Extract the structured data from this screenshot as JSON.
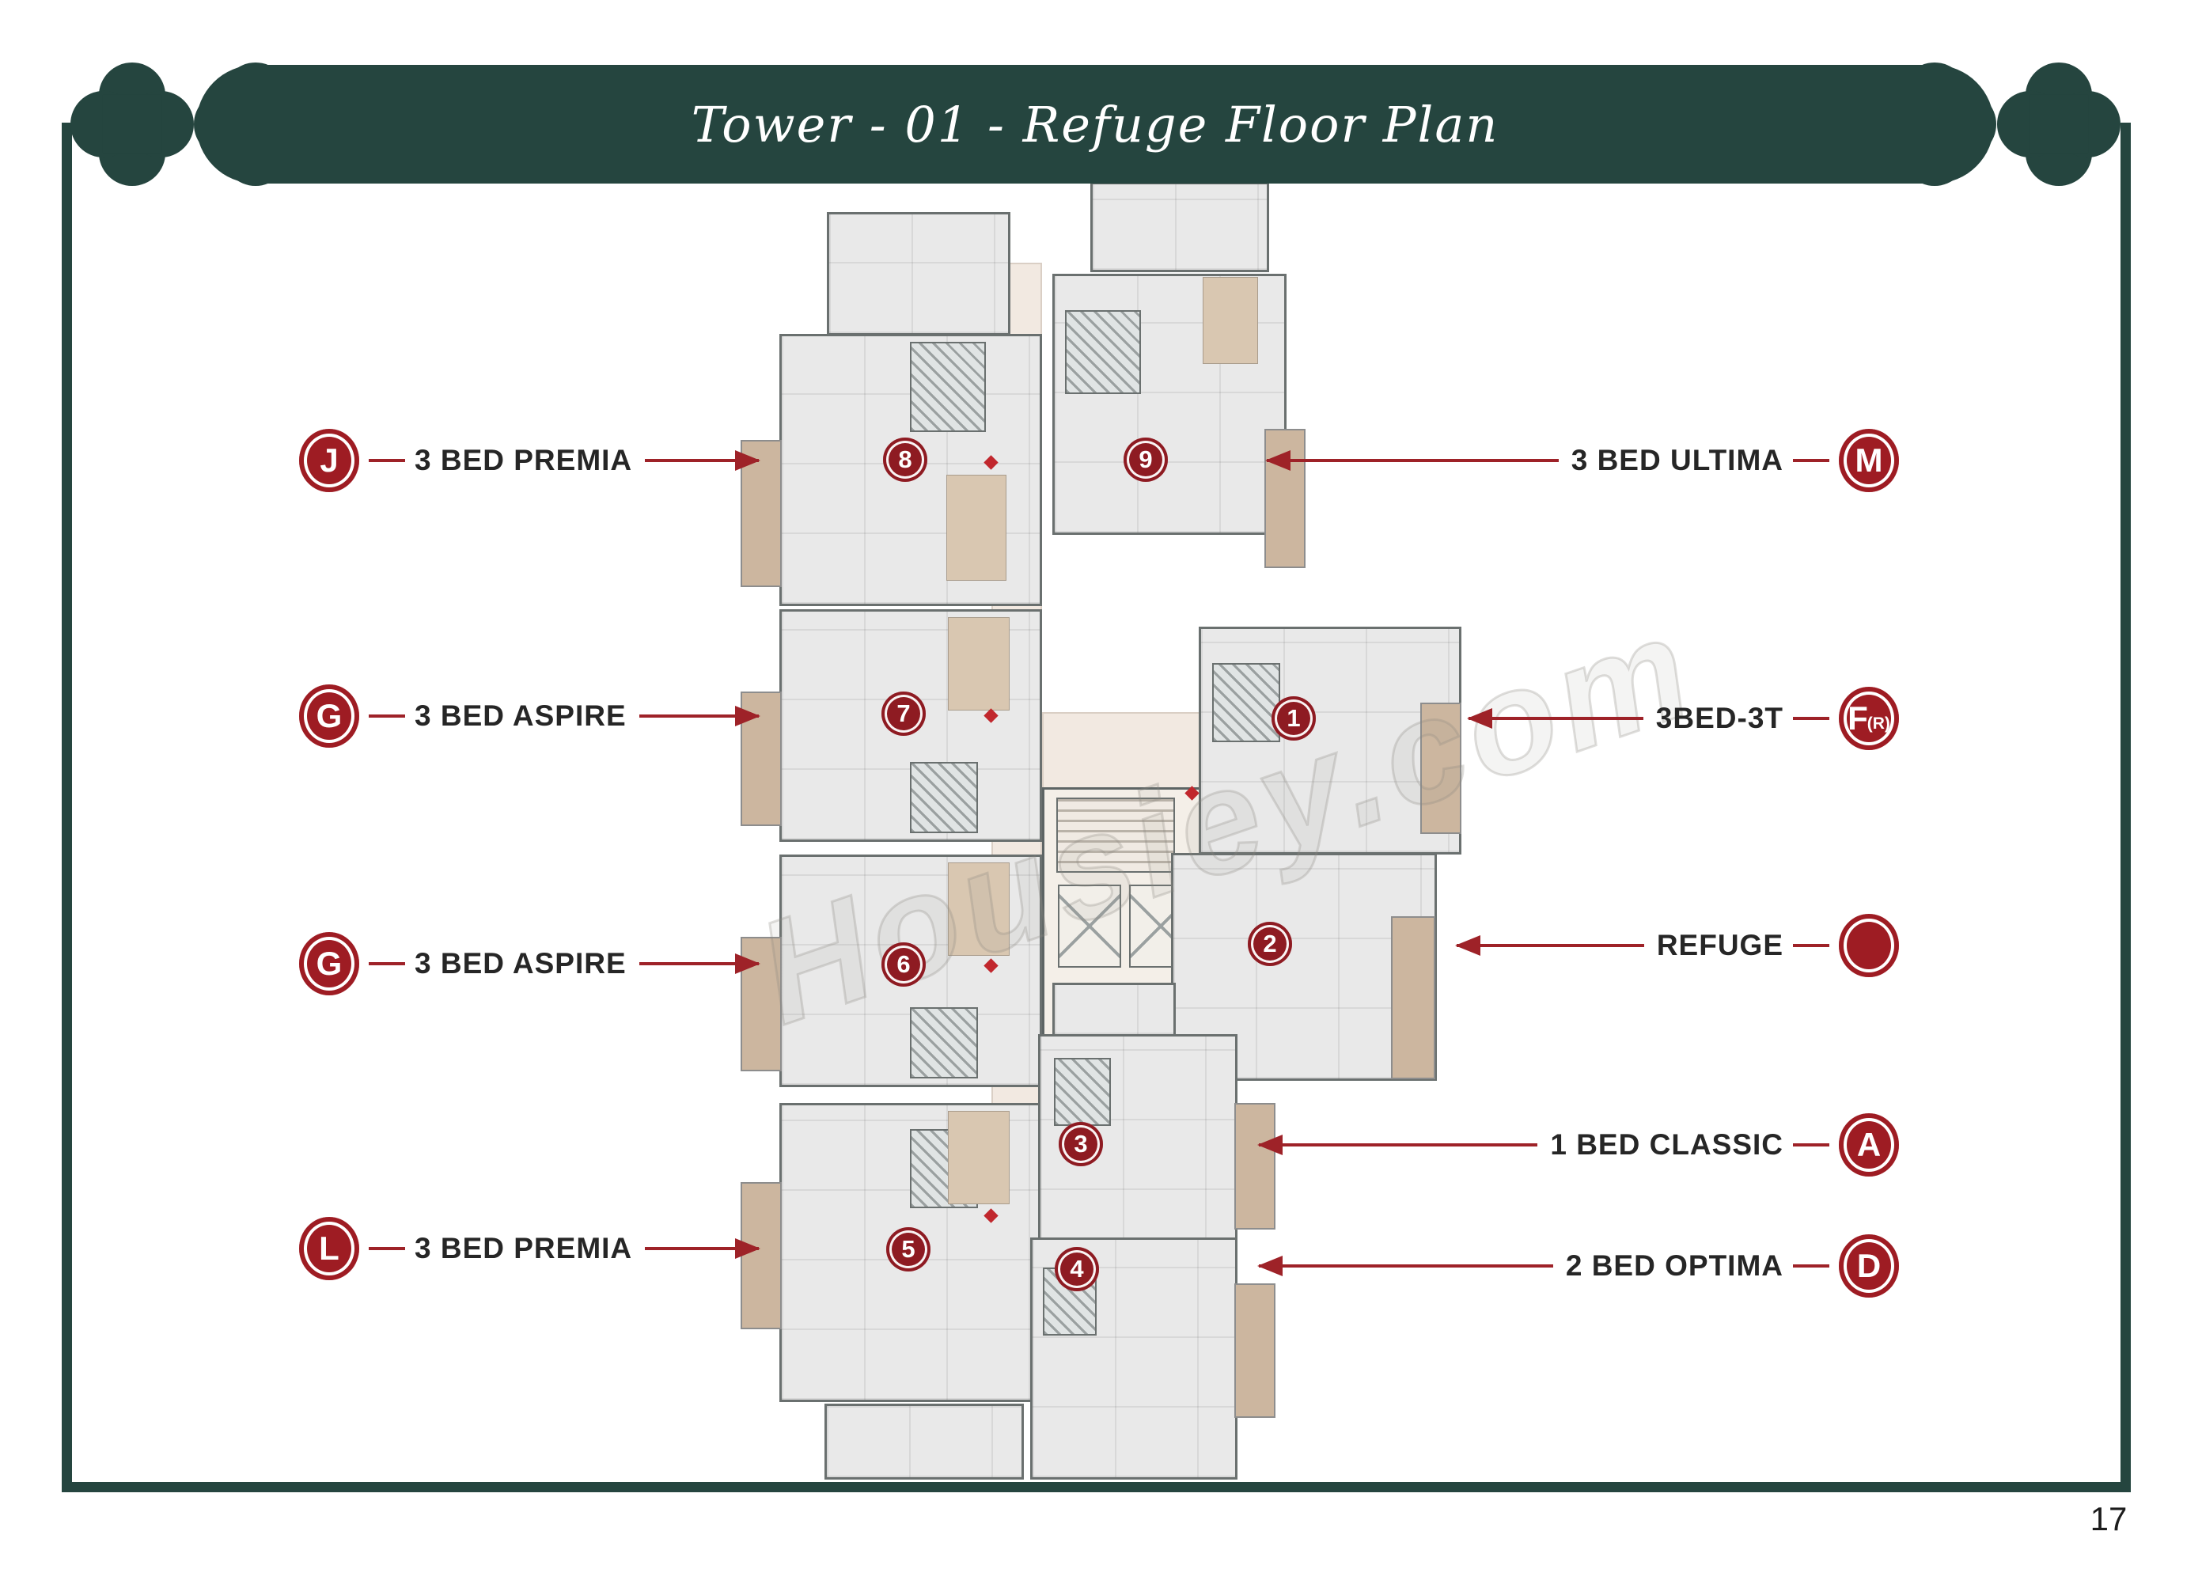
{
  "header": {
    "title": "Tower - 01 - Refuge Floor Plan"
  },
  "watermark": "Housiey.com",
  "page_number": "17",
  "colors": {
    "banner_teal": "#25453f",
    "badge_red": "#9e1c23",
    "marker_red": "#8e1b22",
    "arrow_red": "#9e2228",
    "balcony_beige": "#ccb69f"
  },
  "legend_left": [
    {
      "badge": "J",
      "label": "3 BED PREMIA"
    },
    {
      "badge": "G",
      "label": "3 BED ASPIRE"
    },
    {
      "badge": "G",
      "label": "3 BED ASPIRE"
    },
    {
      "badge": "L",
      "label": "3 BED PREMIA"
    }
  ],
  "legend_right": [
    {
      "badge": "M",
      "badge_sub": "",
      "label": "3 BED ULTIMA"
    },
    {
      "badge": "F",
      "badge_sub": "(R)",
      "label": "3BED-3T"
    },
    {
      "badge": "",
      "badge_sub": "",
      "label": "REFUGE"
    },
    {
      "badge": "A",
      "badge_sub": "",
      "label": "1 BED CLASSIC"
    },
    {
      "badge": "D",
      "badge_sub": "",
      "label": "2 BED OPTIMA"
    }
  ],
  "markers": [
    "8",
    "9",
    "7",
    "1",
    "6",
    "2",
    "3",
    "5",
    "4"
  ]
}
